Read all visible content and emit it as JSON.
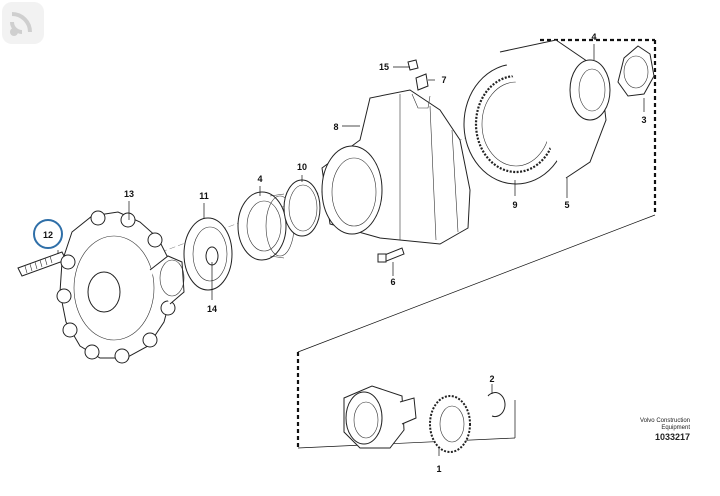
{
  "diagram": {
    "callouts": [
      {
        "id": "c1",
        "label": "1"
      },
      {
        "id": "c2",
        "label": "2"
      },
      {
        "id": "c3",
        "label": "3"
      },
      {
        "id": "c4a",
        "label": "4"
      },
      {
        "id": "c4b",
        "label": "4"
      },
      {
        "id": "c5",
        "label": "5"
      },
      {
        "id": "c6",
        "label": "6"
      },
      {
        "id": "c7",
        "label": "7"
      },
      {
        "id": "c8",
        "label": "8"
      },
      {
        "id": "c9",
        "label": "9"
      },
      {
        "id": "c10",
        "label": "10"
      },
      {
        "id": "c11",
        "label": "11"
      },
      {
        "id": "c12",
        "label": "12"
      },
      {
        "id": "c13",
        "label": "13"
      },
      {
        "id": "c14",
        "label": "14"
      },
      {
        "id": "c15",
        "label": "15"
      }
    ],
    "highlighted_callout": "12",
    "highlight_color": "#2f6fa8"
  },
  "credit": {
    "brand_line1": "Volvo Construction",
    "brand_line2": "Equipment",
    "drawing_number": "1033217"
  }
}
